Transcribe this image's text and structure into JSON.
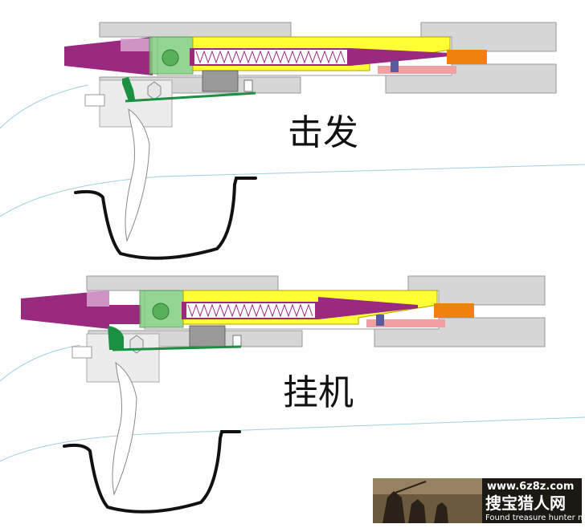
{
  "labels": {
    "top": "击发",
    "bottom": "挂机"
  },
  "watermark": {
    "url": "www.6z8z.com",
    "brand": "搜宝猎人网",
    "subtitle": "Found treasure hunter net"
  },
  "colors": {
    "bolt_body": "#9a2a80",
    "bolt_tip": "#c890c0",
    "lug": "#7fd07f",
    "spring_tube": "#ffff33",
    "firing_pin_tip": "#f08010",
    "sear": "#1a9040",
    "receiver": "#d6d6d6",
    "trigger_guard": "#111111",
    "spring_coil": "#ffffff",
    "extractor": "#f0a0a0",
    "block": "#9a9a9a"
  }
}
